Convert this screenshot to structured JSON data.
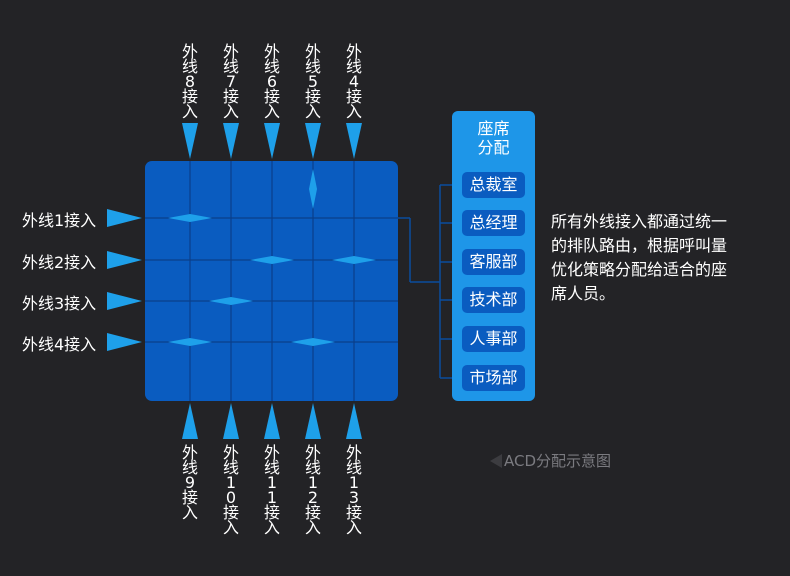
{
  "top_inputs": [
    "外线8接入",
    "外线7接入",
    "外线6接入",
    "外线5接入",
    "外线4接入"
  ],
  "left_inputs": [
    "外线1接入",
    "外线2接入",
    "外线3接入",
    "外线4接入"
  ],
  "bottom_inputs": [
    "外线9接入",
    "外线10接入",
    "外线11接入",
    "外线12接入",
    "外线13接入"
  ],
  "panel": {
    "title": "座席\n分配",
    "departments": [
      "总裁室",
      "总经理",
      "客服部",
      "技术部",
      "人事部",
      "市场部"
    ]
  },
  "description": "所有外线接入都通过统一的排队路由，根据呼叫量优化策略分配给适合的座席人员。",
  "caption": "ACD分配示意图",
  "colors": {
    "background": "#232326",
    "matrix": "#0a5cc0",
    "grid_line": "#0b3f8a",
    "arrow": "#1ea0ea",
    "panel": "#1e96e8",
    "dept": "#0a5cc0",
    "connector": "#0b4d9e",
    "caption": "#7b7b80"
  }
}
